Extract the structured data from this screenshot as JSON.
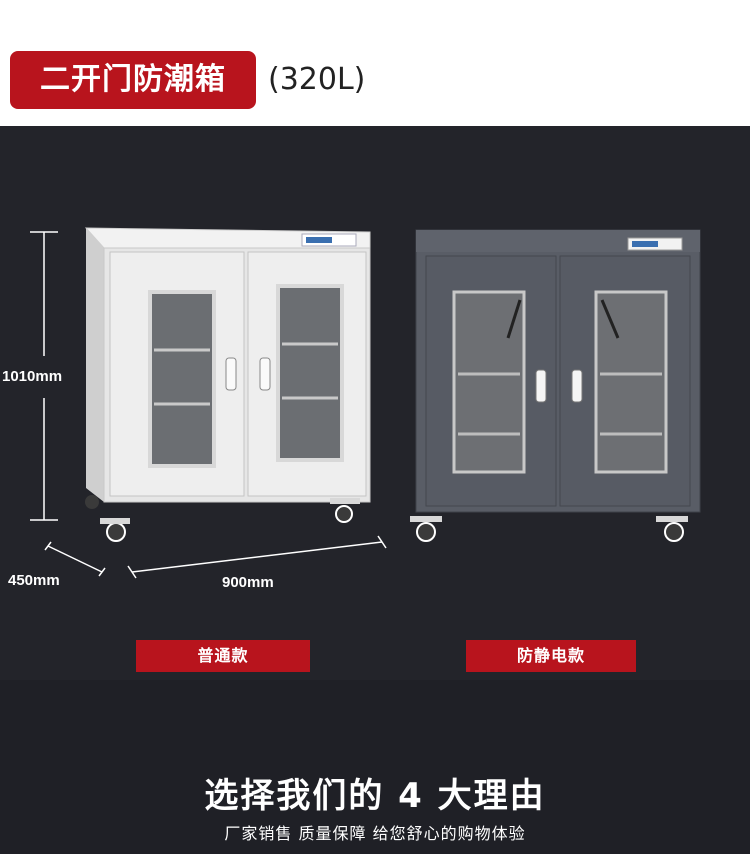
{
  "header": {
    "title": "二开门防潮箱",
    "capacity": "(320L)"
  },
  "dimensions": {
    "height": "1010mm",
    "depth": "450mm",
    "width": "900mm"
  },
  "variants": [
    {
      "label": "普通款"
    },
    {
      "label": "防静电款"
    }
  ],
  "bottom": {
    "headline": "选择我们的 4 大理由",
    "subline": "厂家销售 质量保障 给您舒心的购物体验"
  },
  "colors": {
    "accent": "#b8141d",
    "panel_bg": "#23242a",
    "standard_cabinet": "#e4e4e4",
    "antistatic_cabinet": "#565a63"
  }
}
